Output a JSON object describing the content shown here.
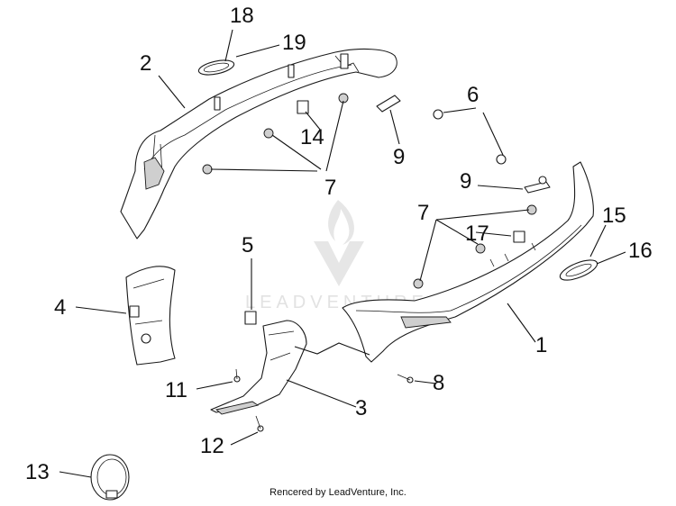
{
  "watermark": {
    "text": "LEADVENTURE"
  },
  "footer": {
    "credit": "Rencered by LeadVenture, Inc."
  },
  "callouts": {
    "c1": "1",
    "c2": "2",
    "c3": "3",
    "c4": "4",
    "c5": "5",
    "c6": "6",
    "c7a": "7",
    "c7b": "7",
    "c8": "8",
    "c9a": "9",
    "c9b": "9",
    "c11": "11",
    "c12": "12",
    "c13": "13",
    "c14": "14",
    "c15": "15",
    "c16": "16",
    "c17": "17",
    "c18": "18",
    "c19": "19"
  }
}
